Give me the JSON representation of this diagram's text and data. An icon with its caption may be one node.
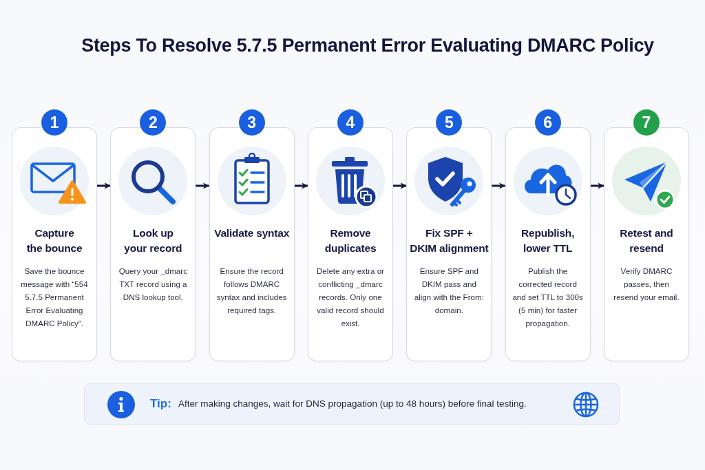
{
  "diagram": {
    "title": "Steps To Resolve 5.7.5 Permanent Error Evaluating DMARC Policy",
    "nodes": [
      {
        "text": [
          "1"
        ]
      },
      {
        "text": [
          "Capture the bounce",
          "Save the bounce message with “554 5.7.5 Permanent Error Evaluating DMARC Policy”."
        ]
      },
      {
        "text": [
          "2"
        ]
      },
      {
        "text": [
          "Look up your record",
          "Query your _dmarc TXT record using a DNS lookup tool."
        ]
      },
      {
        "text": [
          "3"
        ]
      },
      {
        "text": [
          "Validate syntax",
          "Ensure the record follows DMARC syntax and includes required tags."
        ]
      },
      {
        "text": [
          "4"
        ]
      },
      {
        "text": [
          "Remove duplicates",
          "Delete any extra or conflicting _dmarc records. Only one valid record should exist."
        ]
      },
      {
        "text": [
          "5"
        ]
      },
      {
        "text": [
          "Fix SPF + DKIM alignment",
          "Ensure SPF and DKIM pass and align with the From: domain."
        ]
      },
      {
        "text": [
          "6"
        ]
      },
      {
        "text": [
          "Republish, lower TTL",
          "Publish the corrected record and set TTL to 300s (5 min) for faster propagation."
        ]
      },
      {
        "text": [
          "7"
        ]
      },
      {
        "text": [
          "Retest and resend",
          "Verify DMARC passes, then resend your email."
        ]
      },
      {
        "text": [
          "Tip:",
          "After making changes, wait for DNS propagation (up to 48 hours) before final testing."
        ]
      }
    ],
    "edges": [
      {
        "from": 1,
        "to": 3,
        "arrow": "to"
      },
      {
        "from": 3,
        "to": 5,
        "arrow": "to"
      },
      {
        "from": 5,
        "to": 7,
        "arrow": "to"
      },
      {
        "from": 7,
        "to": 9,
        "arrow": "to"
      },
      {
        "from": 9,
        "to": 11,
        "arrow": "to"
      },
      {
        "from": 11,
        "to": 13,
        "arrow": "to"
      }
    ]
  }
}
